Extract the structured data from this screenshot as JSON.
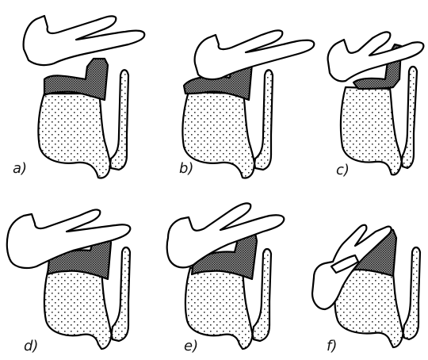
{
  "figure": {
    "panels": [
      {
        "label": "a)"
      },
      {
        "label": "b)"
      },
      {
        "label": "c)"
      },
      {
        "label": "d)"
      },
      {
        "label": "e)"
      },
      {
        "label": "f)"
      }
    ]
  }
}
